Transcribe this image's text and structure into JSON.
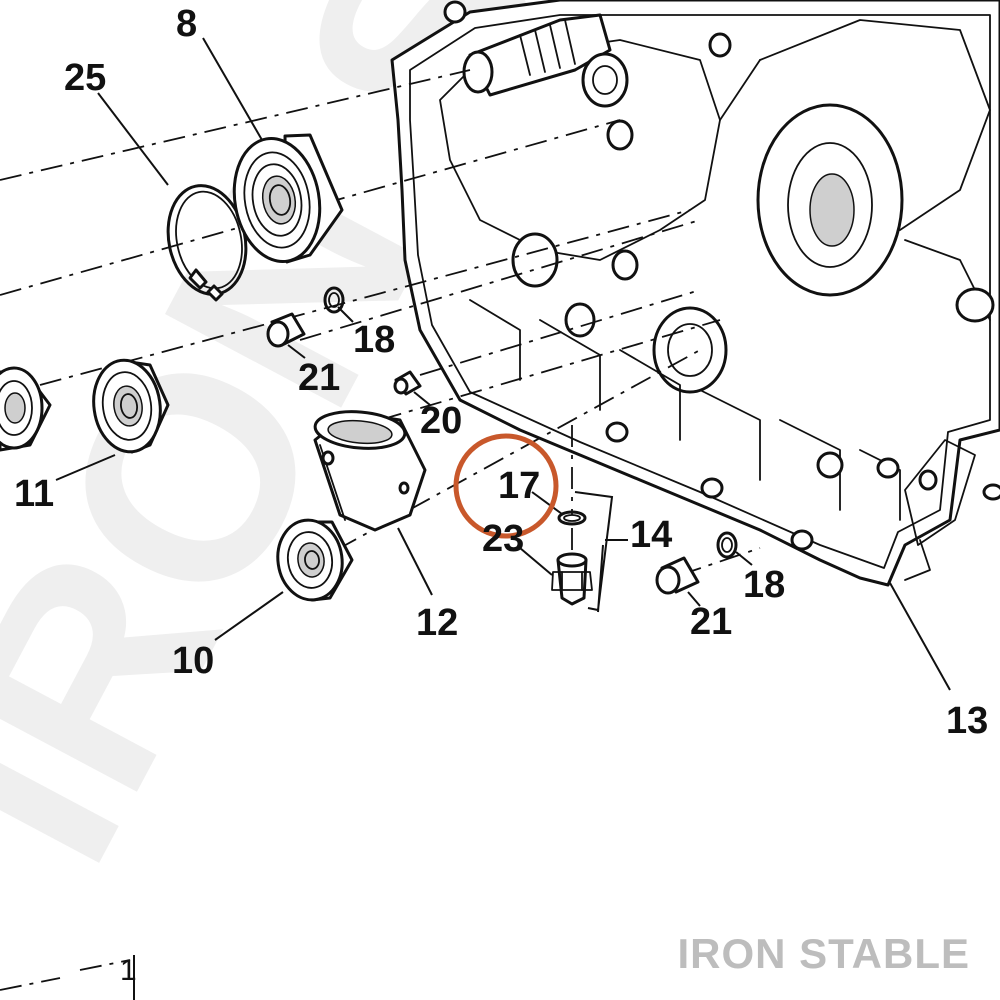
{
  "diagram": {
    "callouts": [
      {
        "id": "c8",
        "text": "8"
      },
      {
        "id": "c25",
        "text": "25"
      },
      {
        "id": "c18a",
        "text": "18"
      },
      {
        "id": "c21a",
        "text": "21"
      },
      {
        "id": "c20",
        "text": "20"
      },
      {
        "id": "c11",
        "text": "11"
      },
      {
        "id": "c17",
        "text": "17"
      },
      {
        "id": "c23",
        "text": "23"
      },
      {
        "id": "c14",
        "text": "14"
      },
      {
        "id": "c18b",
        "text": "18"
      },
      {
        "id": "c21b",
        "text": "21"
      },
      {
        "id": "c12",
        "text": "12"
      },
      {
        "id": "c10",
        "text": "10"
      },
      {
        "id": "c13",
        "text": "13"
      },
      {
        "id": "c1",
        "text": "1"
      }
    ],
    "highlight": {
      "target": "17",
      "color": "#c8582b"
    },
    "line_color": "#111111"
  },
  "branding": {
    "logo_text": "IRON STABLE",
    "logo_color": "#bdbdbd",
    "watermark_text": "IRON STABLE",
    "watermark_color": "#efefef"
  }
}
